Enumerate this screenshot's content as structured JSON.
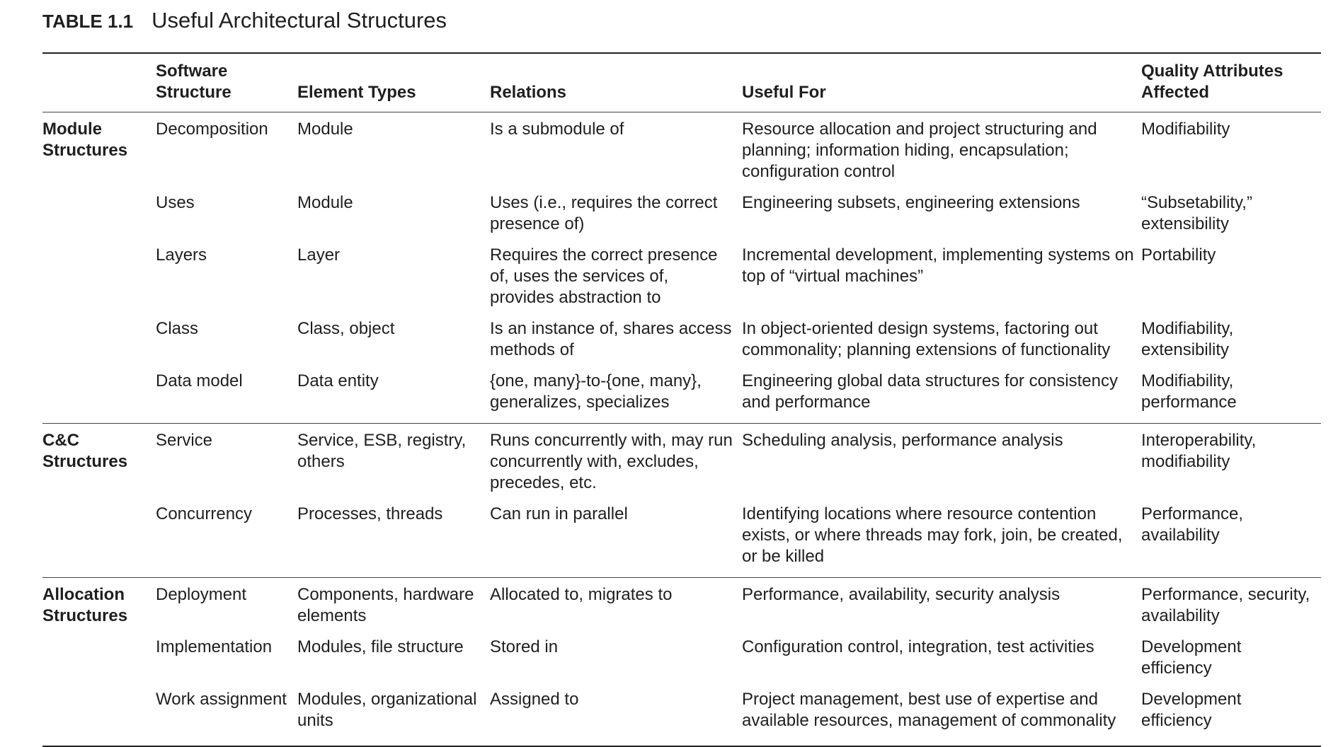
{
  "caption": {
    "label": "TABLE 1.1",
    "title": "Useful Architectural Structures"
  },
  "headers": {
    "group": "",
    "structure": "Software Structure",
    "element_types": "Element Types",
    "relations": "Relations",
    "useful_for": "Useful For",
    "quality": "Quality Attributes Affected"
  },
  "groups": [
    {
      "label": "Module Structures",
      "rows": [
        {
          "structure": "Decomposition",
          "element_types": "Module",
          "relations": "Is a submodule of",
          "useful_for": "Resource allocation and project structuring and planning; information hiding, encapsulation; configuration control",
          "quality": "Modifiability"
        },
        {
          "structure": "Uses",
          "element_types": "Module",
          "relations": "Uses (i.e., requires the correct presence of)",
          "useful_for": "Engineering subsets, engineering extensions",
          "quality": "“Subsetability,” extensibility"
        },
        {
          "structure": "Layers",
          "element_types": "Layer",
          "relations": "Requires the correct presence of, uses the services of, provides abstraction to",
          "useful_for": "Incremental development, implementing systems on top of “virtual machines”",
          "quality": "Portability"
        },
        {
          "structure": "Class",
          "element_types": "Class, object",
          "relations": "Is an instance of, shares access methods of",
          "useful_for": "In object-oriented design systems, factoring out commonality; planning extensions of functionality",
          "quality": "Modifiability, extensibility"
        },
        {
          "structure": "Data model",
          "element_types": "Data entity",
          "relations": "{one, many}-to-{one, many}, generalizes, specializes",
          "useful_for": "Engineering global data structures for consistency and performance",
          "quality": "Modifiability, performance"
        }
      ]
    },
    {
      "label": "C&C Structures",
      "rows": [
        {
          "structure": "Service",
          "element_types": "Service, ESB, registry, others",
          "relations": "Runs concurrently with, may run concurrently with, excludes, precedes, etc.",
          "useful_for": "Scheduling analysis, performance analysis",
          "quality": "Interoperability, modifiability"
        },
        {
          "structure": "Concurrency",
          "element_types": "Processes, threads",
          "relations": "Can run in parallel",
          "useful_for": "Identifying locations where resource contention exists, or where threads may fork, join, be created, or be killed",
          "quality": "Performance, availability"
        }
      ]
    },
    {
      "label": "Allocation Structures",
      "rows": [
        {
          "structure": "Deployment",
          "element_types": "Components, hardware elements",
          "relations": "Allocated to, migrates to",
          "useful_for": "Performance, availability, security analysis",
          "quality": "Performance, security, availability"
        },
        {
          "structure": "Implementation",
          "element_types": "Modules, file structure",
          "relations": "Stored in",
          "useful_for": "Configuration control, integration, test activities",
          "quality": "Development efficiency"
        },
        {
          "structure": "Work assignment",
          "element_types": "Modules, organizational units",
          "relations": "Assigned to",
          "useful_for": "Project management, best use of expertise and available resources, management of commonality",
          "quality": "Development efficiency"
        }
      ]
    }
  ]
}
